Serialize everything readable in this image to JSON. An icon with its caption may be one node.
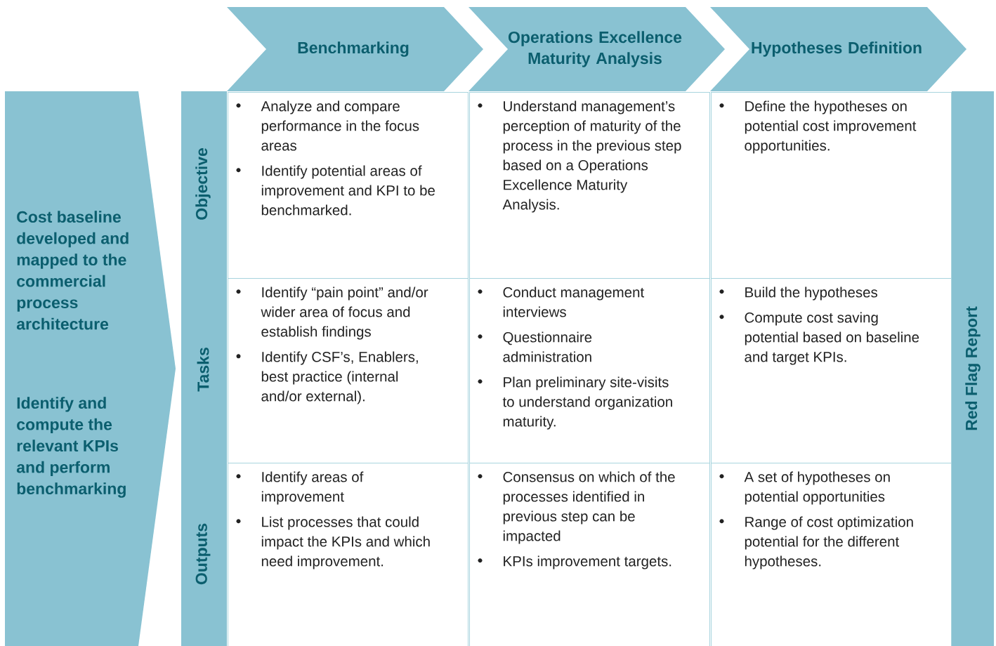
{
  "diagram": {
    "nodes": [
      {
        "text": [
          "Benchmarking"
        ]
      },
      {
        "text": [
          "Operations Excellence Maturity Analysis"
        ]
      },
      {
        "text": [
          "Hypotheses Definition"
        ]
      },
      {
        "text": [
          "Cost baseline developed and mapped to the commercial process architecture",
          "Identify and compute the relevant KPIs and perform benchmarking"
        ]
      },
      {
        "text": [
          "Objective"
        ]
      },
      {
        "text": [
          "Tasks"
        ]
      },
      {
        "text": [
          "Outputs"
        ]
      },
      {
        "text": [
          "Analyze and compare performance in the focus areas",
          "Identify potential areas of improvement and KPI to be benchmarked."
        ]
      },
      {
        "text": [
          "Understand management’s perception of maturity of the process in the previous step based on a Operations Excellence Maturity Analysis."
        ]
      },
      {
        "text": [
          "Define the hypotheses on potential cost improvement opportunities."
        ]
      },
      {
        "text": [
          "Identify “pain point” and/or wider area of focus and establish findings",
          "Identify CSF’s, Enablers, best practice (internal and/or external)."
        ]
      },
      {
        "text": [
          "Conduct management interviews",
          "Questionnaire administration",
          "Plan preliminary site-visits to understand organization maturity."
        ]
      },
      {
        "text": [
          "Build the hypotheses",
          "Compute cost saving potential based on baseline and target KPIs."
        ]
      },
      {
        "text": [
          "Identify areas of improvement",
          "List processes that could impact the KPIs and which need improvement."
        ]
      },
      {
        "text": [
          "Consensus on which of the processes identified in previous step can be impacted",
          "KPIs improvement targets."
        ]
      },
      {
        "text": [
          "A set of hypotheses on potential opportunities",
          "Range of cost optimization potential for the different hypotheses."
        ]
      },
      {
        "text": [
          "Red Flag Report"
        ]
      }
    ]
  }
}
